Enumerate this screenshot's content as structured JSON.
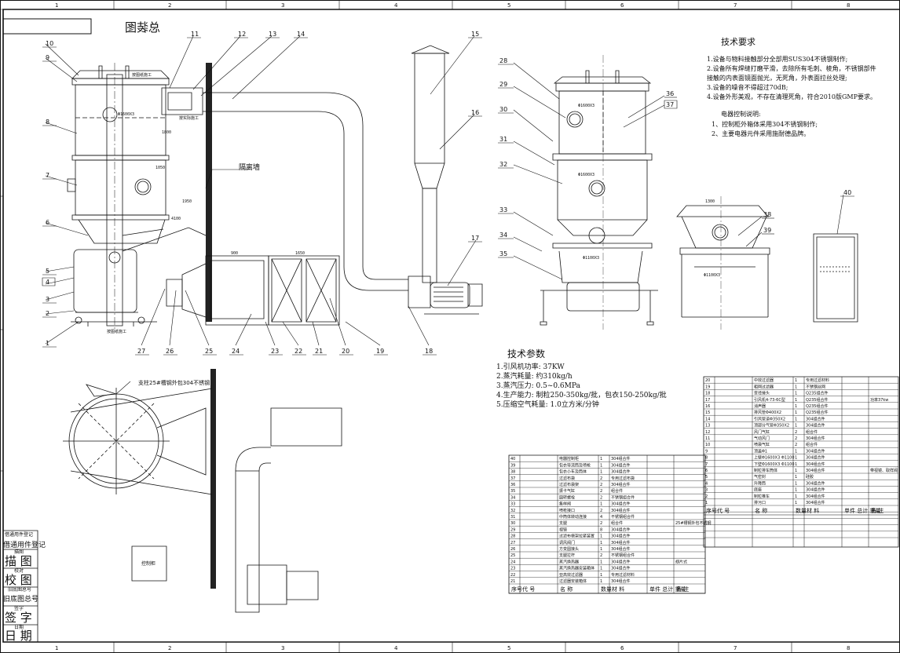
{
  "sheet": {
    "zone_cols": [
      "1",
      "2",
      "3",
      "4",
      "5",
      "6",
      "7",
      "8"
    ],
    "corner_title": "总装图",
    "side_block": [
      "借通用件登记",
      "描 图",
      "校 图",
      "旧底图总号",
      "签 字",
      "日 期"
    ],
    "side_small": [
      "借通用件登记",
      "描图",
      "校对",
      "旧底图总号",
      "签字",
      "日期"
    ]
  },
  "drawing": {
    "balloons_left": [
      "10",
      "9",
      "8",
      "7",
      "6",
      "5",
      "4",
      "3",
      "2",
      "1"
    ],
    "balloons_top": [
      "11",
      "12",
      "13",
      "14",
      "15",
      "16",
      "17"
    ],
    "balloons_bottom": [
      "27",
      "26",
      "25",
      "24",
      "23",
      "22",
      "21",
      "20",
      "19",
      "18"
    ],
    "balloons_right_view": [
      "28",
      "29",
      "30",
      "31",
      "32",
      "33",
      "34",
      "35",
      "36",
      "37",
      "38",
      "39",
      "40"
    ],
    "wall_label": "隔离墙",
    "support_note": "支柱25#槽钢外包304不锈钢",
    "control_cabinet_label": "控制柜",
    "dims": [
      "Φ1600X3",
      "Φ1600X3",
      "Φ1600X3",
      "Φ1100X3",
      "Φ1100X3",
      "900",
      "1650",
      "1300",
      "1050",
      "1950",
      "4100",
      "1800"
    ],
    "small_labels": [
      "按图纸施工",
      "按实际施工",
      "按图纸施工"
    ]
  },
  "tech_requirements": {
    "title": "技术要求",
    "items": [
      "1.设备与物料接触部分全部用SUS304不锈钢制作;",
      "2.设备所有焊缝打磨平滑，去除所有毛刺、棱角，不锈钢部件",
      "  接触的内表面镜面抛光，无死角，外表面拉丝处理;",
      "3.设备的噪音不得超过70dB;",
      "4.设备外形美观，不存在清理死角，符合2010版GMP要求。"
    ],
    "elec_title": "电器控制说明:",
    "elec_items": [
      "1、控制柜外箱体采用304不锈钢制作;",
      "2、主要电器元件采用施耐德品牌。"
    ]
  },
  "tech_params": {
    "title": "技术参数",
    "items": [
      "1.引风机功率: 37KW",
      "2.蒸汽耗量: 约310kg/h",
      "3.蒸汽压力: 0.5~0.6MPa",
      "4.生产能力: 制粒250-350kg/批，包衣150-250kg/批",
      "5.压缩空气耗量: 1.0立方米/分钟"
    ]
  },
  "bom_left": {
    "headers": [
      "序号",
      "代 号",
      "名 称",
      "数量",
      "材 料",
      "单件 总计 重量",
      "备 注"
    ],
    "rows": [
      [
        "40",
        "",
        "电器控制柜",
        "1",
        "304组合件",
        ""
      ],
      [
        "39",
        "",
        "包衣导流筒及喷枪",
        "1",
        "304组合件",
        ""
      ],
      [
        "38",
        "",
        "包衣小车及筒体",
        "1",
        "304组合件",
        ""
      ],
      [
        "37",
        "",
        "过滤布袋",
        "2",
        "专用过滤布袋",
        ""
      ],
      [
        "36",
        "",
        "过滤布袋架",
        "2",
        "304组合件",
        ""
      ],
      [
        "35",
        "",
        "振卡气缸",
        "2",
        "组合件",
        ""
      ],
      [
        "34",
        "",
        "圆转螺栓",
        "2",
        "不锈钢组合件",
        ""
      ],
      [
        "33",
        "",
        "集样阀",
        "1",
        "304组合件",
        ""
      ],
      [
        "32",
        "",
        "喷枪接口",
        "2",
        "304组合件",
        ""
      ],
      [
        "31",
        "",
        "中筒体转动连接",
        "4",
        "不锈钢组合件",
        ""
      ],
      [
        "30",
        "",
        "支腿",
        "2",
        "组合件",
        "25#槽钢外包不锈钢"
      ],
      [
        "29",
        "",
        "视镜",
        "8",
        "304组合件",
        ""
      ],
      [
        "28",
        "",
        "过滤布袋架拉紧装置",
        "1",
        "304组合件",
        ""
      ],
      [
        "27",
        "",
        "调风阀门",
        "1",
        "304组合件",
        ""
      ],
      [
        "26",
        "",
        "方变圆接头",
        "1",
        "304组合件",
        ""
      ],
      [
        "25",
        "",
        "支腿拉杆",
        "2",
        "不锈钢组合件",
        ""
      ],
      [
        "24",
        "",
        "蒸汽换热器",
        "1",
        "304组合件",
        "翅片式"
      ],
      [
        "23",
        "",
        "蒸汽换热器安装箱体",
        "1",
        "304组合件",
        ""
      ],
      [
        "22",
        "",
        "亚高效过滤器",
        "1",
        "专用过滤材料",
        ""
      ],
      [
        "21",
        "",
        "过滤器安装箱体",
        "1",
        "304组合件",
        ""
      ]
    ]
  },
  "bom_right": {
    "headers": [
      "序号",
      "代 号",
      "名 称",
      "数量",
      "材 料",
      "单件 总计 重量",
      "备 注"
    ],
    "rows": [
      [
        "20",
        "",
        "中效过滤器",
        "1",
        "专用过滤材料",
        ""
      ],
      [
        "19",
        "",
        "粗网过滤器",
        "1",
        "不锈钢丝网",
        ""
      ],
      [
        "18",
        "",
        "变径接头",
        "1",
        "Q235组合件",
        ""
      ],
      [
        "17",
        "",
        "引风机4-73-6C型",
        "1",
        "Q235组合件",
        "功率37kw"
      ],
      [
        "16",
        "",
        "消声器",
        "1",
        "Q235组合件",
        ""
      ],
      [
        "15",
        "",
        "排风管Φ400X2",
        "1",
        "Q235组合件",
        ""
      ],
      [
        "14",
        "",
        "引风管道Φ350X2",
        "1",
        "304组合件",
        ""
      ],
      [
        "13",
        "",
        "顶部分气管Φ350X2",
        "1",
        "304组合件",
        ""
      ],
      [
        "12",
        "",
        "风门气缸",
        "2",
        "组合件",
        ""
      ],
      [
        "11",
        "",
        "气动风门",
        "2",
        "304组合件",
        ""
      ],
      [
        "10",
        "",
        "喷袋气缸",
        "2",
        "组合件",
        ""
      ],
      [
        "9",
        "",
        "顶盖Φ1",
        "1",
        "304组合件",
        ""
      ],
      [
        "8",
        "",
        "上壁Φ1600X3  Φ1100",
        "1",
        "304组合件",
        ""
      ],
      [
        "7",
        "",
        "下壁Φ1600X3  Φ1100",
        "1",
        "304组合件",
        ""
      ],
      [
        "6",
        "",
        "制粒排车筒体",
        "1",
        "304组合件",
        "带视镜、取样阀"
      ],
      [
        "5",
        "",
        "气密封",
        "1",
        "硅胶",
        ""
      ],
      [
        "4",
        "",
        "升降筒",
        "1",
        "304组合件",
        ""
      ],
      [
        "3",
        "",
        "底座",
        "1",
        "304组合件",
        ""
      ],
      [
        "2",
        "",
        "制粒推车",
        "1",
        "304组合件",
        ""
      ],
      [
        "1",
        "",
        "排污口",
        "1",
        "304组合件",
        ""
      ]
    ]
  }
}
